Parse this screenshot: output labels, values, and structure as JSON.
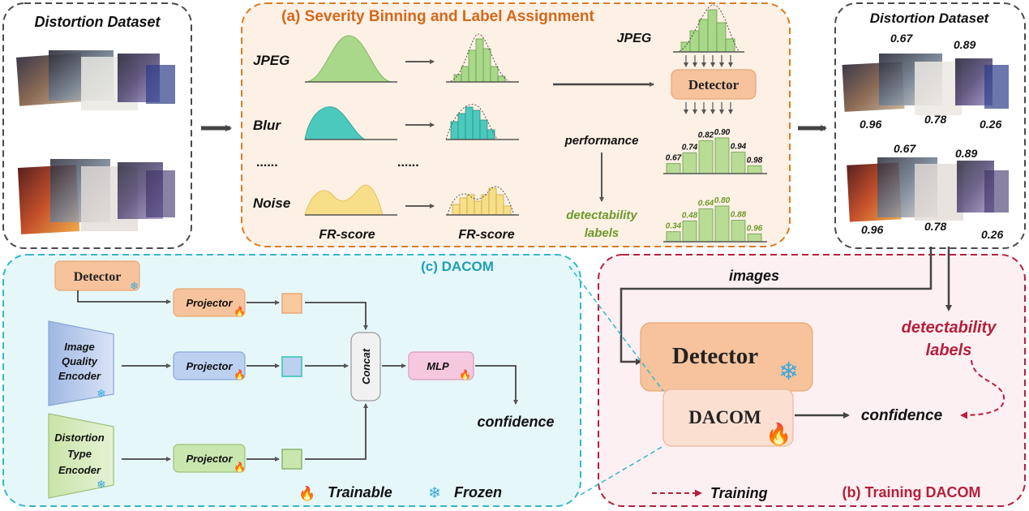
{
  "dataset_left": {
    "title": "Distortion Dataset"
  },
  "panel_a": {
    "title": "(a) Severity Binning and Label Assignment",
    "rows": [
      "JPEG",
      "Blur",
      "......",
      "Noise"
    ],
    "dots_mid": "......",
    "axis_label": "FR-score",
    "jpeg_label": "JPEG",
    "detector": "Detector",
    "performance": "performance",
    "detectability_line1": "detectability",
    "detectability_line2": "labels",
    "performance_values": [
      "0.67",
      "0.74",
      "0.82",
      "0.90",
      "0.94",
      "0.98"
    ],
    "label_values": [
      "0.34",
      "0.48",
      "0.64",
      "0.80",
      "0.88",
      "0.96"
    ]
  },
  "dataset_right": {
    "title": "Distortion Dataset",
    "group1_scores": [
      "0.67",
      "0.89",
      "0.96",
      "0.78",
      "0.26"
    ],
    "group2_scores": [
      "0.67",
      "0.89",
      "0.96",
      "0.78",
      "0.26"
    ]
  },
  "panel_c": {
    "title": "(c) DACOM",
    "detector": "Detector",
    "iq_encoder_lines": [
      "Image",
      "Quality",
      "Encoder"
    ],
    "dt_encoder_lines": [
      "Distortion",
      "Type",
      "Encoder"
    ],
    "projector": "Projector",
    "concat": "Concat",
    "mlp": "MLP",
    "confidence": "confidence",
    "legend_trainable": "Trainable",
    "legend_frozen": "Frozen"
  },
  "panel_b": {
    "title": "(b) Training DACOM",
    "images": "images",
    "detectability_line1": "detectability",
    "detectability_line2": "labels",
    "detector": "Detector",
    "dacom": "DACOM",
    "confidence": "confidence",
    "legend_training": "Training"
  },
  "colors": {
    "orange": "#e07b22",
    "teal": "#33b7cb",
    "crimson": "#b51f3a",
    "green_label": "#6b9a2a",
    "bar_green": "#b8dc96",
    "dist_green": "#a9d88a",
    "dist_teal": "#4cc9bd",
    "dist_yellow": "#f6df88"
  }
}
